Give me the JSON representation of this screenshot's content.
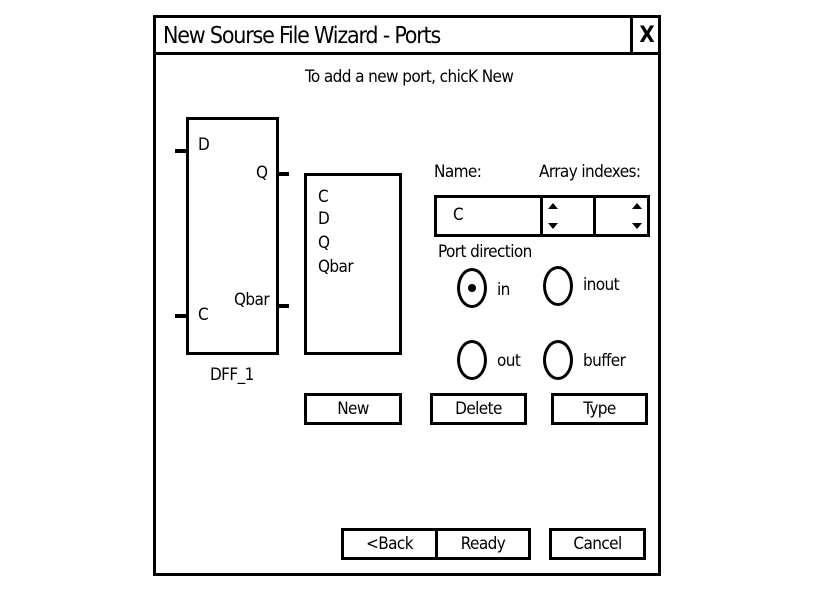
{
  "window": {
    "title": "New Sourse File Wizard - Ports",
    "close_label": "X"
  },
  "instruction": "To add a new port, chicK New",
  "component": {
    "pins": {
      "d": "D",
      "q": "Q",
      "c": "C",
      "qbar": "Qbar"
    },
    "name": "DFF_1"
  },
  "port_list": [
    "C",
    "D",
    "Q",
    "Qbar"
  ],
  "name_field": {
    "label": "Name:",
    "value": "C"
  },
  "array_indexes": {
    "label": "Array indexes:"
  },
  "port_direction": {
    "label": "Port direction",
    "options": {
      "in": "in",
      "inout": "inout",
      "out": "out",
      "buffer": "buffer"
    },
    "selected": "in"
  },
  "buttons": {
    "new": "New",
    "delete": "Delete",
    "type": "Type",
    "back": "<Back",
    "ready": "Ready",
    "cancel": "Cancel"
  }
}
